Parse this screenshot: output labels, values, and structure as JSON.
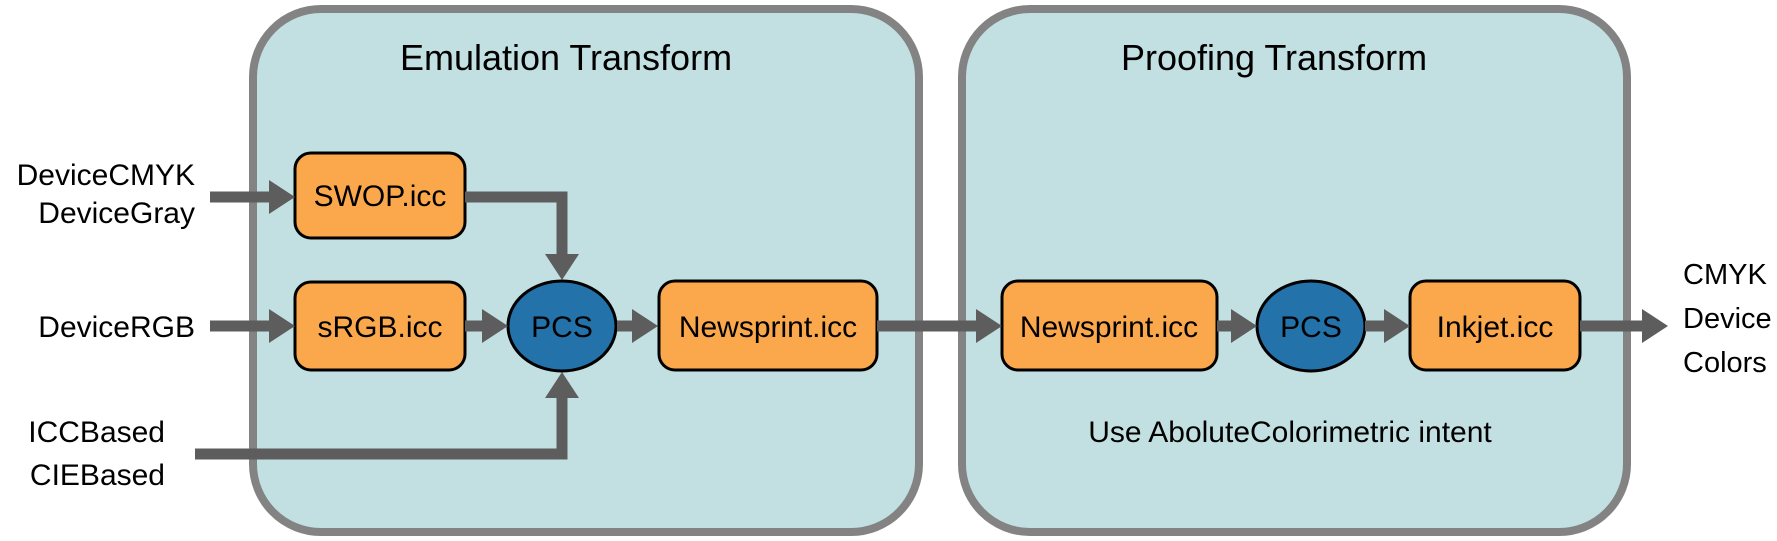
{
  "colors": {
    "background": "#ffffff",
    "container_fill": "#c2e0e2",
    "container_border": "#838383",
    "node_fill": "#fba84c",
    "node_border": "#000000",
    "pcs_fill": "#2372a9",
    "arrow": "#5d5d5d",
    "text": "#000000"
  },
  "emulation": {
    "title": "Emulation Transform",
    "nodes": {
      "swop": "SWOP.icc",
      "srgb": "sRGB.icc",
      "pcs": "PCS",
      "newsprint": "Newsprint.icc"
    }
  },
  "proofing": {
    "title": "Proofing Transform",
    "nodes": {
      "newsprint": "Newsprint.icc",
      "pcs": "PCS",
      "inkjet": "Inkjet.icc"
    },
    "note": "Use AboluteColorimetric intent"
  },
  "inputs": {
    "device_cmyk": "DeviceCMYK",
    "device_gray": "DeviceGray",
    "device_rgb": "DeviceRGB",
    "icc_based": "ICCBased",
    "cie_based": "CIEBased"
  },
  "output": {
    "line1": "CMYK",
    "line2": "Device",
    "line3": "Colors"
  }
}
